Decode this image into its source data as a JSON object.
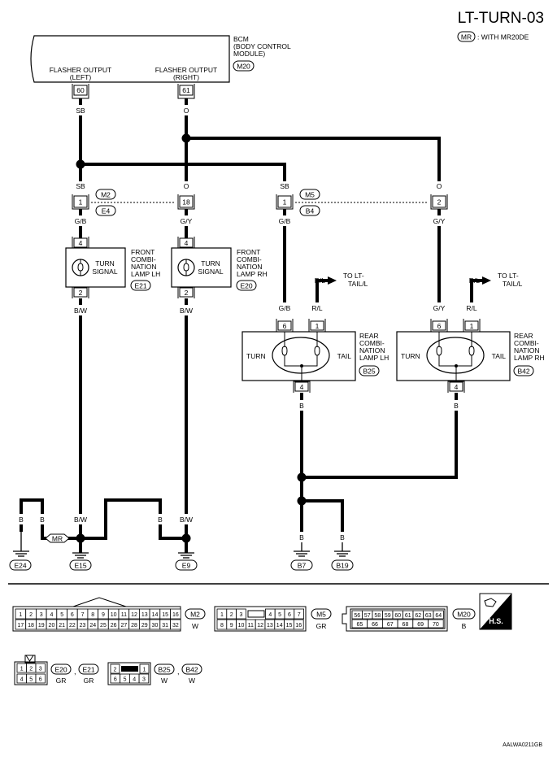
{
  "page": {
    "title": "LT-TURN-03",
    "variant_badge": "MR",
    "variant_note": ": WITH MR20DE",
    "diagram_code": "AALWA0211GB"
  },
  "bcm": {
    "lines": [
      "BCM",
      "(BODY CONTROL",
      "MODULE)"
    ],
    "connector": "M20",
    "outputs": [
      {
        "label1": "FLASHER OUTPUT",
        "label2": "(LEFT)",
        "pin": "60",
        "wire": "SB"
      },
      {
        "label1": "FLASHER OUTPUT",
        "label2": "(RIGHT)",
        "pin": "61",
        "wire": "O"
      }
    ]
  },
  "junctions": {
    "wire_upper": [
      "SB",
      "O",
      "SB",
      "O"
    ],
    "pins": [
      "1",
      "18",
      "1",
      "2"
    ],
    "wire_lower": [
      "G/B",
      "G/Y",
      "G/B",
      "G/Y"
    ],
    "tags_upper": [
      "M2",
      "M5"
    ],
    "tags_lower": [
      "E4",
      "B4"
    ]
  },
  "front_lamps": [
    {
      "pin_in": "4",
      "pin_out": "2",
      "line1": "TURN",
      "line2": "SIGNAL",
      "name": [
        "FRONT",
        "COMBI-",
        "NATION",
        "LAMP LH"
      ],
      "conn": "E21",
      "wire_out": "B/W"
    },
    {
      "pin_in": "4",
      "pin_out": "2",
      "line1": "TURN",
      "line2": "SIGNAL",
      "name": [
        "FRONT",
        "COMBI-",
        "NATION",
        "LAMP RH"
      ],
      "conn": "E20",
      "wire_out": "B/W"
    }
  ],
  "rear_lamps": [
    {
      "wire_turn": "G/B",
      "wire_tail": "R/L",
      "pin_turn": "6",
      "pin_tail": "1",
      "pin_ground": "4",
      "turn": "TURN",
      "tail": "TAIL",
      "name": [
        "REAR",
        "COMBI-",
        "NATION",
        "LAMP LH"
      ],
      "conn": "B25",
      "wire_out": "B",
      "tail_wire": "R/L",
      "to": [
        "TO LT-",
        "TAIL/L"
      ]
    },
    {
      "wire_turn": "G/Y",
      "wire_tail": "R/L",
      "pin_turn": "6",
      "pin_tail": "1",
      "pin_ground": "4",
      "turn": "TURN",
      "tail": "TAIL",
      "name": [
        "REAR",
        "COMBI-",
        "NATION",
        "LAMP RH"
      ],
      "conn": "B42",
      "wire_out": "B",
      "tail_wire": "R/L",
      "to": [
        "TO LT-",
        "TAIL/L"
      ]
    }
  ],
  "grounds": {
    "wire_labels": [
      "B",
      "B",
      "B/W",
      "B",
      "B/W",
      "B",
      "B"
    ],
    "mr_badge": "MR",
    "names": [
      "E24",
      "E15",
      "E9",
      "B7",
      "B19"
    ]
  },
  "connectors": {
    "m2": {
      "row1": [
        "1",
        "2",
        "3",
        "4",
        "5",
        "6",
        "7",
        "8",
        "9",
        "10",
        "11",
        "12",
        "13",
        "14",
        "15",
        "16"
      ],
      "row2": [
        "17",
        "18",
        "19",
        "20",
        "21",
        "22",
        "23",
        "24",
        "25",
        "26",
        "27",
        "28",
        "29",
        "30",
        "31",
        "32"
      ],
      "name": "M2",
      "color": "W"
    },
    "m5": {
      "row1": [
        "1",
        "2",
        "3",
        "4",
        "5",
        "6",
        "7"
      ],
      "row2": [
        "8",
        "9",
        "10",
        "11",
        "12",
        "13",
        "14",
        "15",
        "16"
      ],
      "name": "M5",
      "color": "GR"
    },
    "m20": {
      "row1": [
        "56",
        "57",
        "58",
        "59",
        "60",
        "61",
        "62",
        "63",
        "64"
      ],
      "row2": [
        "65",
        "66",
        "67",
        "68",
        "69",
        "70"
      ],
      "name": "M20",
      "color": "B"
    },
    "e20": {
      "row1": [
        "1",
        "2",
        "3"
      ],
      "row2": [
        "4",
        "5",
        "6"
      ],
      "names": [
        "E20",
        "E21"
      ],
      "colors": [
        "GR",
        "GR"
      ]
    },
    "b25": {
      "row1": [
        "2",
        "1"
      ],
      "row2": [
        "6",
        "5",
        "4",
        "3"
      ],
      "names": [
        "B25",
        "B42"
      ],
      "colors": [
        "W",
        "W"
      ]
    },
    "hs": "H.S."
  },
  "separator": ","
}
